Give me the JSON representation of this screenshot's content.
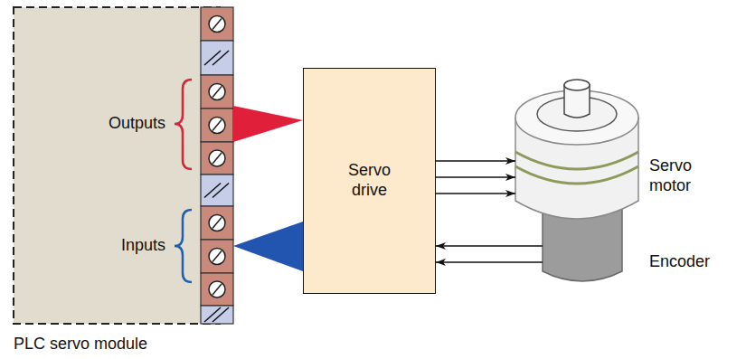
{
  "diagram": {
    "nodes": [
      {
        "text": [
          "PLC servo module"
        ]
      },
      {
        "text": [
          "Servo drive"
        ]
      },
      {
        "text": [
          "Servo motor"
        ]
      },
      {
        "text": [
          "Encoder"
        ]
      }
    ],
    "edges": [
      {
        "from": 0,
        "to": 1,
        "arrow": "none"
      },
      {
        "from": 1,
        "to": 0,
        "arrow": "none"
      },
      {
        "from": 1,
        "to": 2,
        "arrow": "to"
      },
      {
        "from": 1,
        "to": 2,
        "arrow": "to"
      },
      {
        "from": 1,
        "to": 2,
        "arrow": "to"
      },
      {
        "from": 3,
        "to": 1,
        "arrow": "to"
      },
      {
        "from": 3,
        "to": 1,
        "arrow": "to"
      }
    ],
    "labels": [
      "Outputs",
      "Inputs"
    ]
  }
}
